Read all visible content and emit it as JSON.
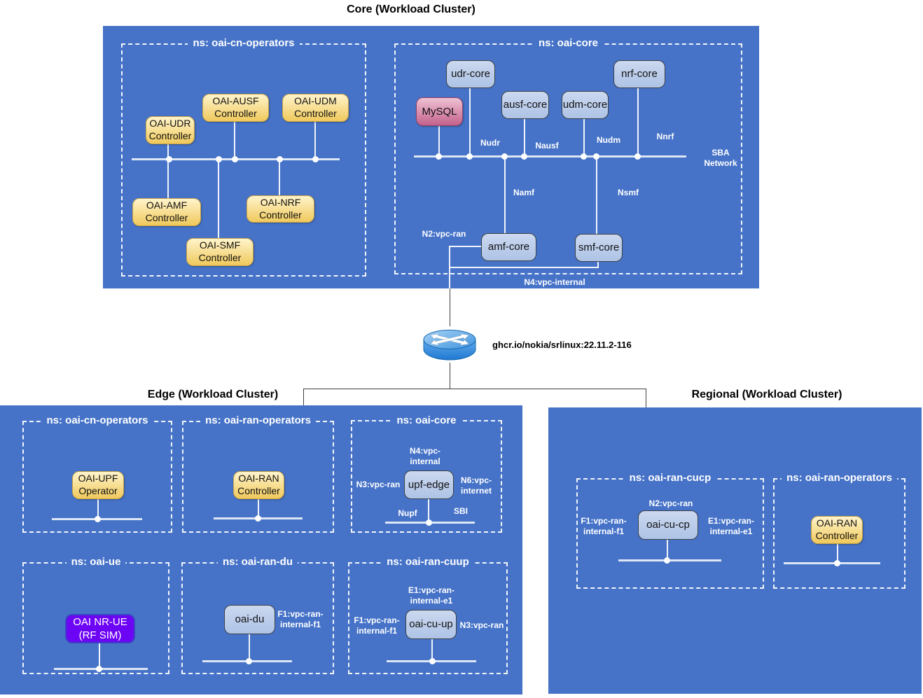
{
  "titles": {
    "core": "Core (Workload Cluster)",
    "edge": "Edge (Workload Cluster)",
    "regional": "Regional (Workload Cluster)"
  },
  "router": {
    "image": "ghcr.io/nokia/srlinux:22.11.2-116"
  },
  "core": {
    "cn": {
      "title": "ns: oai-cn-operators",
      "udr": "OAI-UDR\nController",
      "ausf": "OAI-AUSF\nController",
      "udm": "OAI-UDM\nController",
      "amf": "OAI-AMF\nController",
      "nrf": "OAI-NRF\nController",
      "smf": "OAI-SMF\nController"
    },
    "sba": {
      "title": "ns: oai-core",
      "mysql": "MySQL",
      "udr": "udr-core",
      "ausf": "ausf-core",
      "udm": "udm-core",
      "nrf": "nrf-core",
      "amf": "amf-core",
      "smf": "smf-core",
      "nudr": "Nudr",
      "nausf": "Nausf",
      "nudm": "Nudm",
      "nnrf": "Nnrf",
      "namf": "Namf",
      "nsmf": "Nsmf",
      "sba_network": "SBA\nNetwork",
      "n2": "N2:vpc-ran",
      "n4": "N4:vpc-internal"
    }
  },
  "edge": {
    "cn": {
      "title": "ns: oai-cn-operators",
      "upf_op": "OAI-UPF\nOperator"
    },
    "ranop": {
      "title": "ns: oai-ran-operators",
      "ran_ctrl": "OAI-RAN\nController"
    },
    "core": {
      "title": "ns: oai-core",
      "upf": "upf-edge",
      "n4": "N4:vpc-\ninternal",
      "n3": "N3:vpc-ran",
      "n6": "N6:vpc-\ninternet",
      "nupf": "Nupf",
      "sbi": "SBI"
    },
    "ue": {
      "title": "ns: oai-ue",
      "nrue": "OAI NR-UE\n(RF SIM)"
    },
    "du": {
      "title": "ns: oai-ran-du",
      "du": "oai-du",
      "f1": "F1:vpc-ran-\ninternal-f1"
    },
    "cuup": {
      "title": "ns: oai-ran-cuup",
      "cuup": "oai-cu-up",
      "e1": "E1:vpc-ran-\ninternal-e1",
      "f1": "F1:vpc-ran-\ninternal-f1",
      "n3": "N3:vpc-ran"
    }
  },
  "regional": {
    "cucp": {
      "title": "ns: oai-ran-cucp",
      "cucp": "oai-cu-cp",
      "n2": "N2:vpc-ran",
      "f1": "F1:vpc-ran-\ninternal-f1",
      "e1": "E1:vpc-ran-\ninternal-e1"
    },
    "ranop": {
      "title": "ns: oai-ran-operators",
      "ran_ctrl": "OAI-RAN\nController"
    }
  },
  "colors": {
    "cluster_bg": "#4673C8",
    "node_blue": "#B9CBE8",
    "node_yellow": "#F5D16B",
    "node_pink": "#CE6D92",
    "node_purple": "#6D05F5",
    "line_white": "#F2F2F2",
    "connector_dark": "#3F3F3F"
  }
}
